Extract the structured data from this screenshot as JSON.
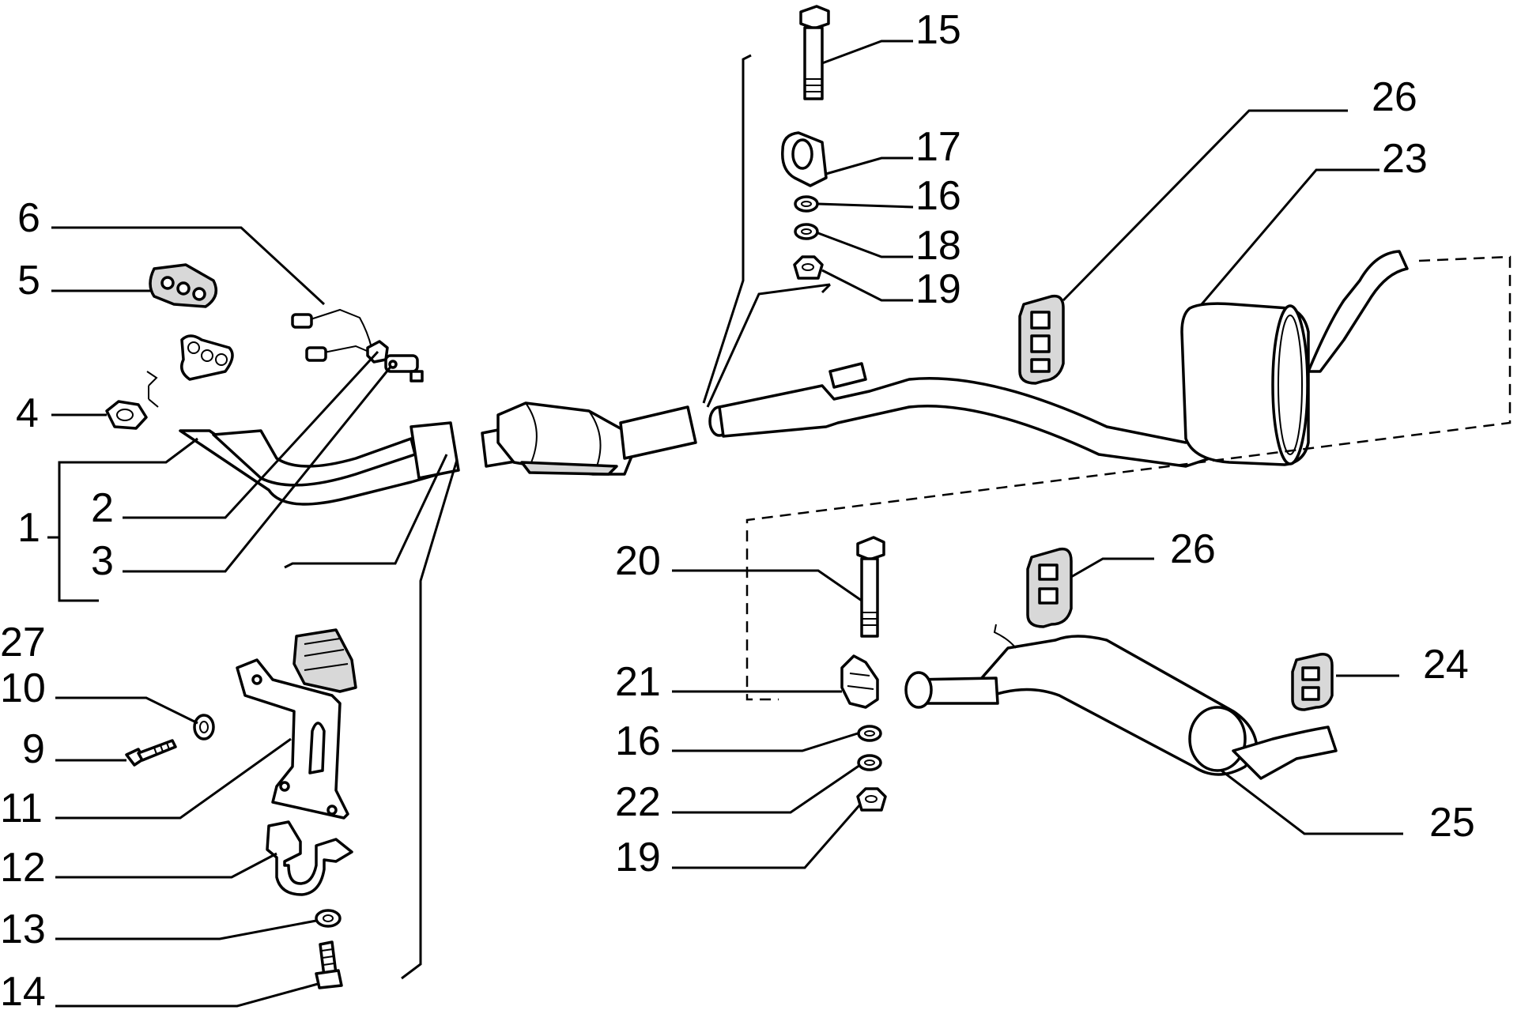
{
  "diagram": {
    "callouts": [
      {
        "id": "c1",
        "label": "1"
      },
      {
        "id": "c2",
        "label": "2"
      },
      {
        "id": "c3",
        "label": "3"
      },
      {
        "id": "c4",
        "label": "4"
      },
      {
        "id": "c5",
        "label": "5"
      },
      {
        "id": "c6",
        "label": "6"
      },
      {
        "id": "c9",
        "label": "9"
      },
      {
        "id": "c10",
        "label": "10"
      },
      {
        "id": "c11",
        "label": "11"
      },
      {
        "id": "c12",
        "label": "12"
      },
      {
        "id": "c13",
        "label": "13"
      },
      {
        "id": "c14",
        "label": "14"
      },
      {
        "id": "c15",
        "label": "15"
      },
      {
        "id": "c16a",
        "label": "16"
      },
      {
        "id": "c16b",
        "label": "16"
      },
      {
        "id": "c17",
        "label": "17"
      },
      {
        "id": "c18",
        "label": "18"
      },
      {
        "id": "c19a",
        "label": "19"
      },
      {
        "id": "c19b",
        "label": "19"
      },
      {
        "id": "c20",
        "label": "20"
      },
      {
        "id": "c21",
        "label": "21"
      },
      {
        "id": "c22",
        "label": "22"
      },
      {
        "id": "c23",
        "label": "23"
      },
      {
        "id": "c24",
        "label": "24"
      },
      {
        "id": "c25",
        "label": "25"
      },
      {
        "id": "c26a",
        "label": "26"
      },
      {
        "id": "c26b",
        "label": "26"
      },
      {
        "id": "c27",
        "label": "27"
      }
    ]
  }
}
